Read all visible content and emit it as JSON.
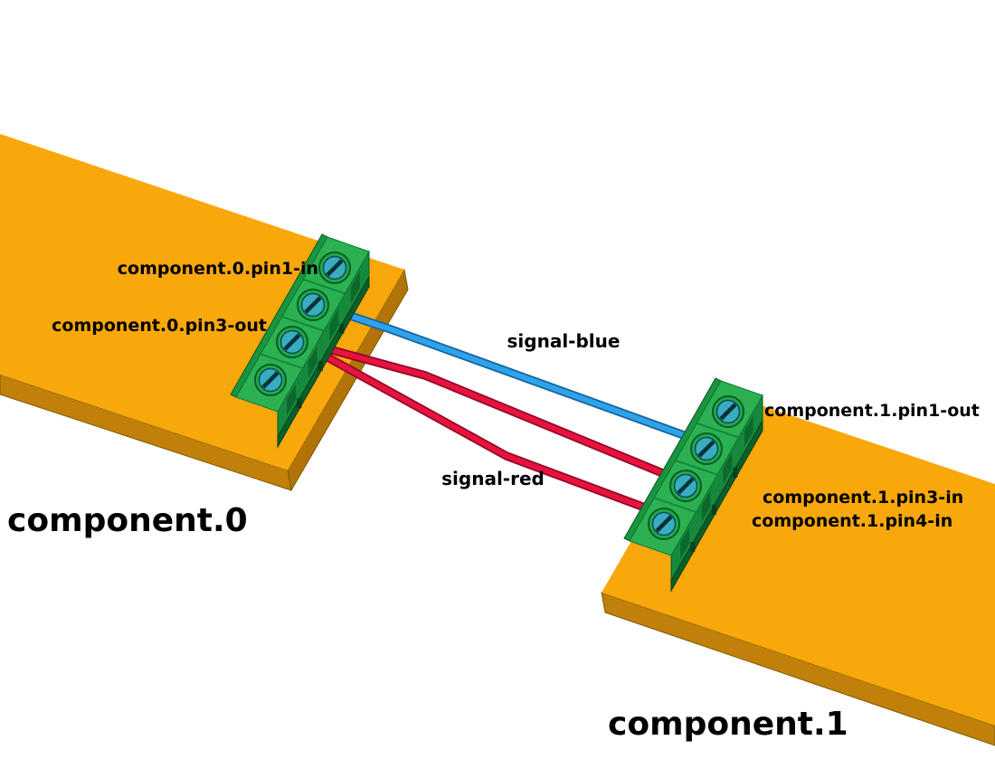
{
  "scene": {
    "background": "#ffffff",
    "components": [
      {
        "title": "component.0",
        "pin_labels": [
          "component.0.pin1-in",
          "component.0.pin3-out"
        ]
      },
      {
        "title": "component.1",
        "pin_labels": [
          "component.1.pin1-out",
          "component.1.pin3-in",
          "component.1.pin4-in"
        ]
      }
    ],
    "signals": [
      {
        "label": "signal-blue",
        "color": "#2FA3EA"
      },
      {
        "label": "signal-red",
        "color": "#E8123E"
      }
    ],
    "colors": {
      "board_top": "#F8A80B",
      "board_side": "#C0800A",
      "board_side_right": "#B27406",
      "connector_top": "#2BB152",
      "connector_front": "#168A3C",
      "screw": "#38ADC0",
      "wire_blue_dark": "#15629E",
      "wire_red_dark": "#8F0A26",
      "text": "#000000"
    }
  }
}
